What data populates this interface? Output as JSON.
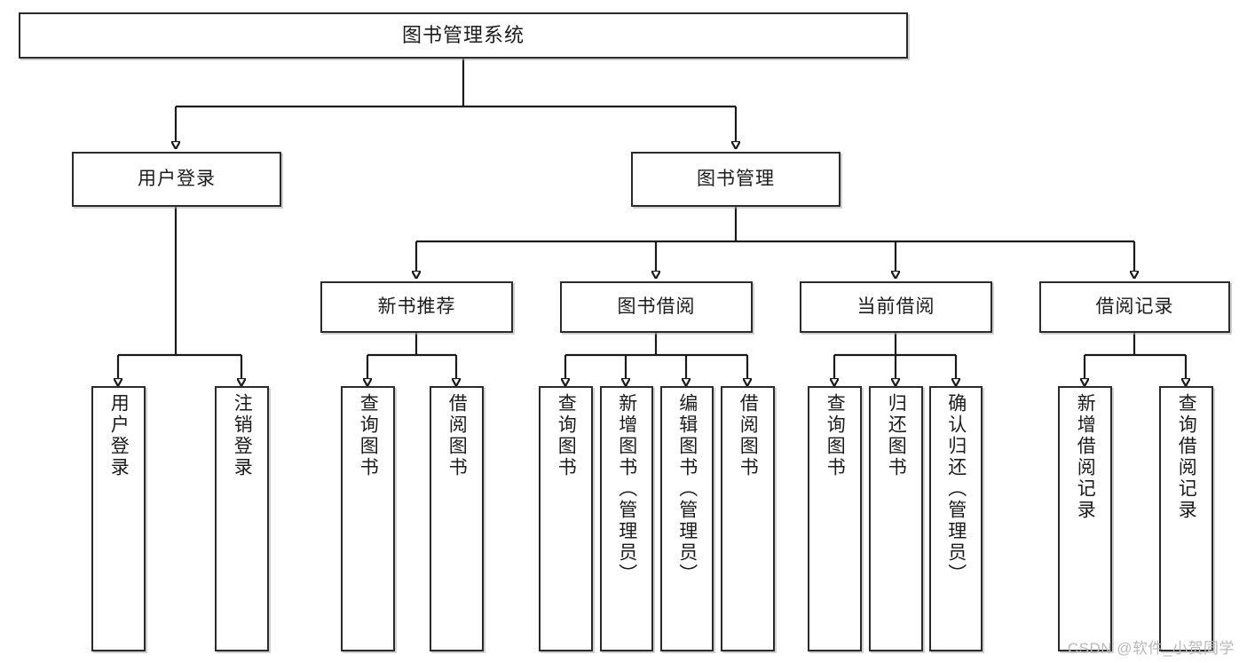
{
  "diagram": {
    "title": "图书管理系统",
    "type": "tree",
    "watermark": "CSDN @软件_小贺同学",
    "colors": {
      "box_border": "#2b2b2b",
      "box_fill": "#ffffff",
      "connector": "#1a1a1a",
      "text": "#1b1b1b",
      "watermark": "#b9b9b9"
    },
    "levels": [
      {
        "level": 1,
        "nodes": [
          {
            "id": "root",
            "label": "图书管理系统",
            "orientation": "horizontal"
          }
        ]
      },
      {
        "level": 2,
        "nodes": [
          {
            "id": "user-login",
            "label": "用户登录",
            "orientation": "horizontal",
            "parent": "root"
          },
          {
            "id": "book-manage",
            "label": "图书管理",
            "orientation": "horizontal",
            "parent": "root"
          }
        ]
      },
      {
        "level": 3,
        "nodes": [
          {
            "id": "new-book-recommend",
            "label": "新书推荐",
            "orientation": "horizontal",
            "parent": "book-manage"
          },
          {
            "id": "book-borrow",
            "label": "图书借阅",
            "orientation": "horizontal",
            "parent": "book-manage"
          },
          {
            "id": "current-borrow",
            "label": "当前借阅",
            "orientation": "horizontal",
            "parent": "book-manage"
          },
          {
            "id": "borrow-record",
            "label": "借阅记录",
            "orientation": "horizontal",
            "parent": "book-manage"
          }
        ]
      },
      {
        "level": 4,
        "nodes": [
          {
            "id": "leaf-user-login",
            "label": "用户登录",
            "orientation": "vertical",
            "parent": "user-login"
          },
          {
            "id": "leaf-logout",
            "label": "注销登录",
            "orientation": "vertical",
            "parent": "user-login"
          },
          {
            "id": "leaf-query-book-1",
            "label": "查询图书",
            "orientation": "vertical",
            "parent": "new-book-recommend"
          },
          {
            "id": "leaf-borrow-book-1",
            "label": "借阅图书",
            "orientation": "vertical",
            "parent": "new-book-recommend"
          },
          {
            "id": "leaf-query-book-2",
            "label": "查询图书",
            "orientation": "vertical",
            "parent": "book-borrow"
          },
          {
            "id": "leaf-add-book",
            "label": "新增图书（管理员）",
            "orientation": "vertical",
            "parent": "book-borrow"
          },
          {
            "id": "leaf-edit-book",
            "label": "编辑图书（管理员）",
            "orientation": "vertical",
            "parent": "book-borrow"
          },
          {
            "id": "leaf-borrow-book-2",
            "label": "借阅图书",
            "orientation": "vertical",
            "parent": "book-borrow"
          },
          {
            "id": "leaf-query-book-3",
            "label": "查询图书",
            "orientation": "vertical",
            "parent": "current-borrow"
          },
          {
            "id": "leaf-return-book",
            "label": "归还图书",
            "orientation": "vertical",
            "parent": "current-borrow"
          },
          {
            "id": "leaf-confirm-return",
            "label": "确认归还（管理员）",
            "orientation": "vertical",
            "parent": "current-borrow"
          },
          {
            "id": "leaf-add-record",
            "label": "新增借阅记录",
            "orientation": "vertical",
            "parent": "borrow-record"
          },
          {
            "id": "leaf-query-record",
            "label": "查询借阅记录",
            "orientation": "vertical",
            "parent": "borrow-record"
          }
        ]
      }
    ]
  }
}
